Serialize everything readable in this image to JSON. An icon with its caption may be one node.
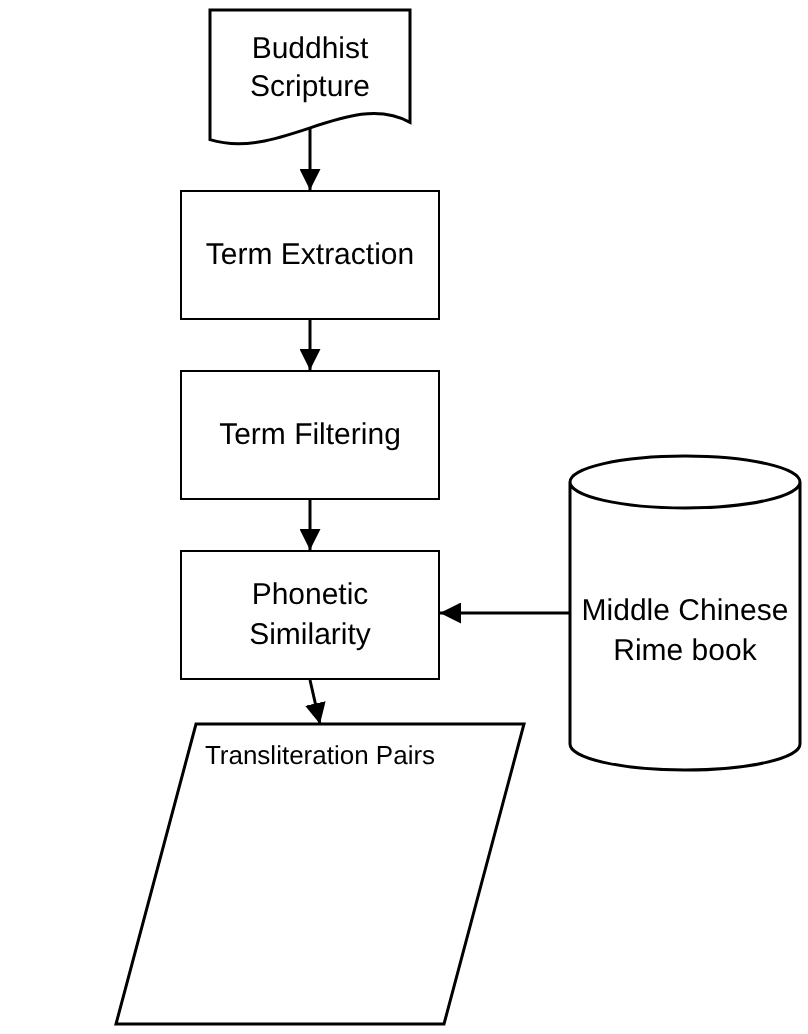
{
  "diagram": {
    "nodes": [
      {
        "text": [
          "Buddhist Scripture"
        ]
      },
      {
        "text": [
          "Term Extraction"
        ]
      },
      {
        "text": [
          "Term Filtering"
        ]
      },
      {
        "text": [
          "Phonetic Similarity"
        ]
      },
      {
        "text": [
          "Middle Chinese Rime book"
        ]
      },
      {
        "text": [
          "Transliteration Pairs"
        ]
      }
    ],
    "edges": [
      {
        "from": 0,
        "to": 1,
        "arrow": "to"
      },
      {
        "from": 1,
        "to": 2,
        "arrow": "to"
      },
      {
        "from": 2,
        "to": 3,
        "arrow": "to"
      },
      {
        "from": 4,
        "to": 3,
        "arrow": "to"
      },
      {
        "from": 3,
        "to": 5,
        "arrow": "to"
      }
    ]
  }
}
